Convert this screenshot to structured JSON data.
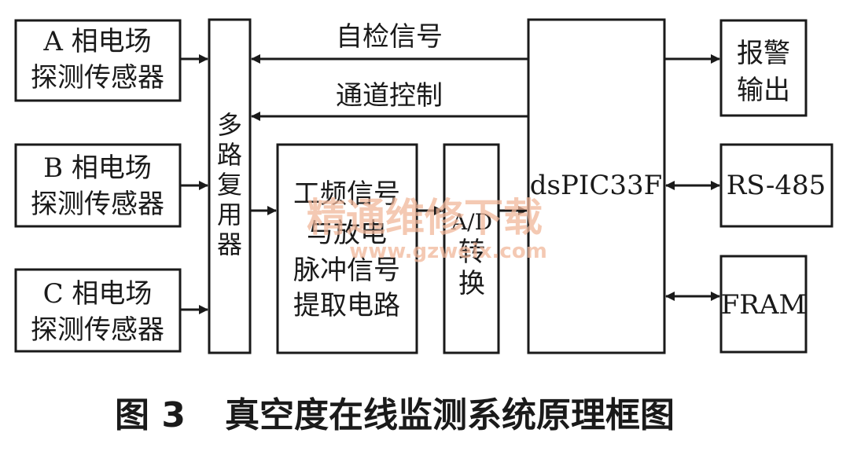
{
  "sensors": [
    {
      "line1": "A 相电场",
      "line2": "探测传感器"
    },
    {
      "line1": "B 相电场",
      "line2": "探测传感器"
    },
    {
      "line1": "C 相电场",
      "line2": "探测传感器"
    }
  ],
  "mux": {
    "label": "多路复用器"
  },
  "extract": {
    "lines": [
      "工频信号",
      "与放电",
      "脉冲信号",
      "提取电路"
    ]
  },
  "adc": {
    "lines": [
      "A/D",
      "转",
      "换"
    ]
  },
  "mcu": {
    "label": "dsPIC33F"
  },
  "alarm": {
    "lines": [
      "报警",
      "输出"
    ]
  },
  "rs485": {
    "label": "RS-485"
  },
  "fram": {
    "label": "FRAM"
  },
  "signals": {
    "self_check": "自检信号",
    "channel_control": "通道控制"
  },
  "caption": {
    "number": "图 3",
    "title": "真空度在线监测系统原理框图"
  },
  "watermark": {
    "cn": "精通维修下载",
    "url": "www.gzweix.com"
  }
}
